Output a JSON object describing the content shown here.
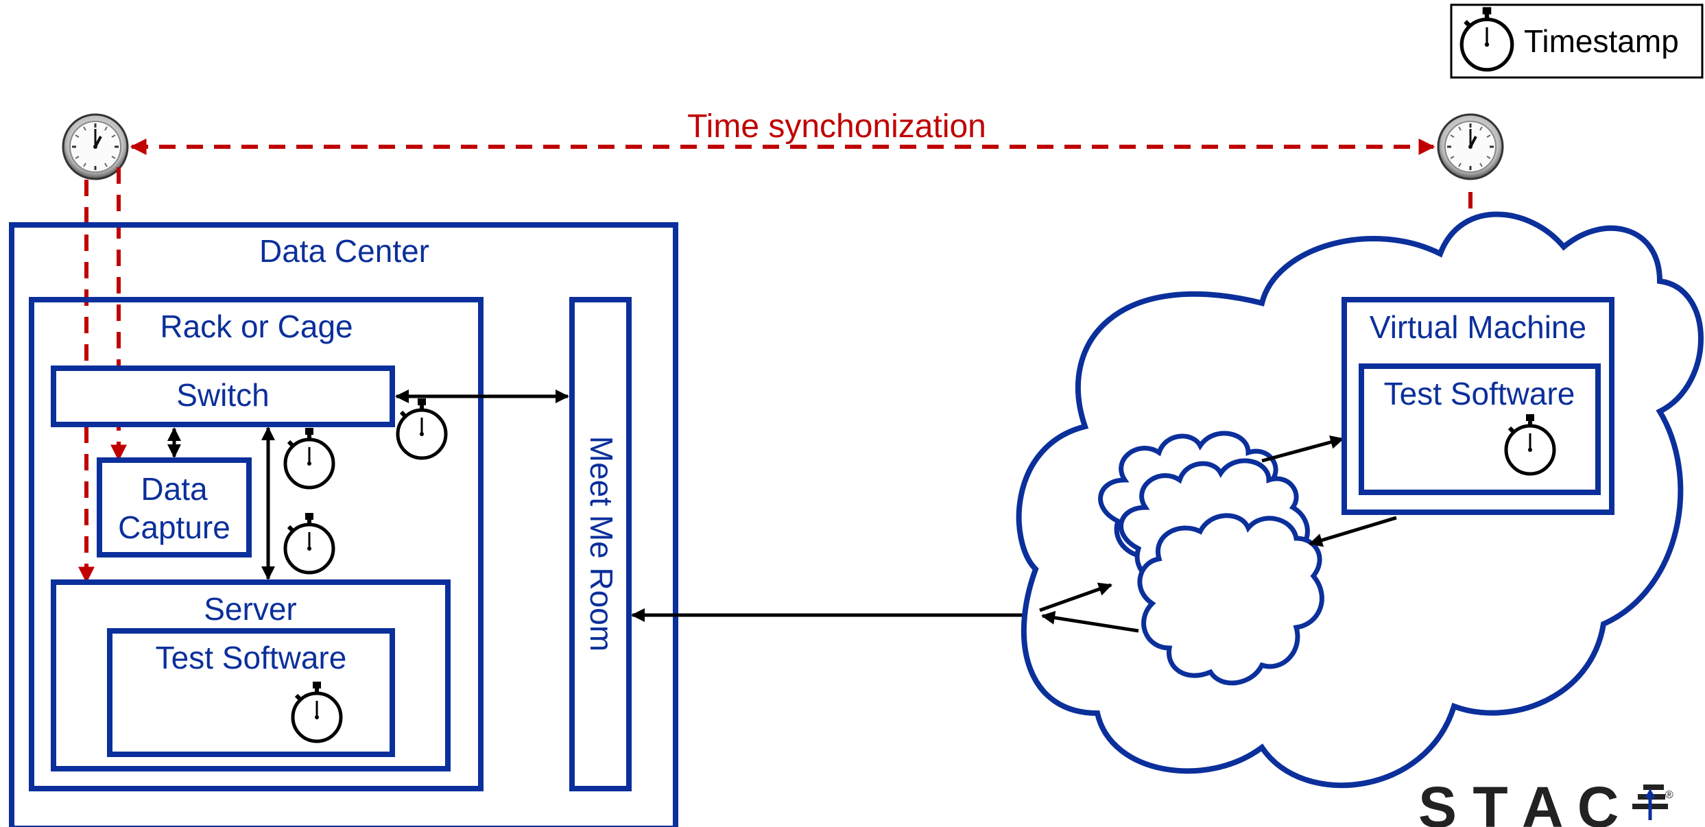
{
  "legend": {
    "label": "Timestamp"
  },
  "sync": {
    "label": "Time synchonization"
  },
  "data_center": {
    "title": "Data Center",
    "rack": {
      "title": "Rack or Cage"
    },
    "switch": {
      "label": "Switch"
    },
    "data_capture": {
      "line1": "Data",
      "line2": "Capture"
    },
    "server": {
      "title": "Server",
      "software": "Test Software"
    },
    "meet_me_room": {
      "label": "Meet Me Room"
    }
  },
  "cloud": {
    "vm": {
      "title": "Virtual Machine",
      "software": "Test Software"
    }
  },
  "logo": {
    "text": "S T A C",
    "mark": "®"
  },
  "colors": {
    "blue": "#0b2f9b",
    "red": "#c00000",
    "black": "#000000"
  },
  "icons": [
    "stopwatch-icon",
    "clock-icon",
    "cloud-icon",
    "stac-logo-icon"
  ]
}
